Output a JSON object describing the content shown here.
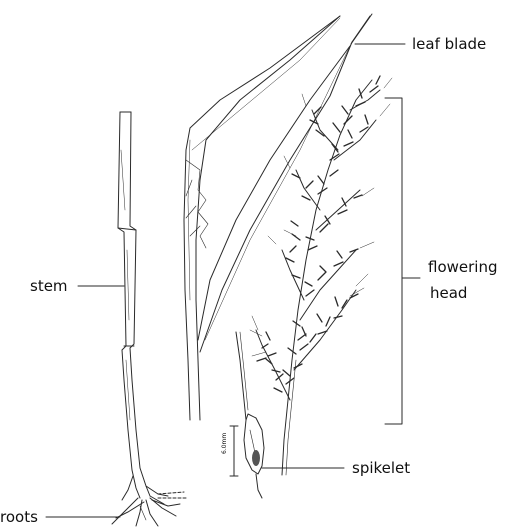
{
  "labels": {
    "leaf_blade": "leaf blade",
    "stem": "stem",
    "flowering": "flowering",
    "head": "head",
    "spikelet": "spikelet",
    "roots": "roots",
    "scale": "6.0mm"
  },
  "colors": {
    "ink": "#2a2a2a",
    "paper": "#ffffff"
  }
}
